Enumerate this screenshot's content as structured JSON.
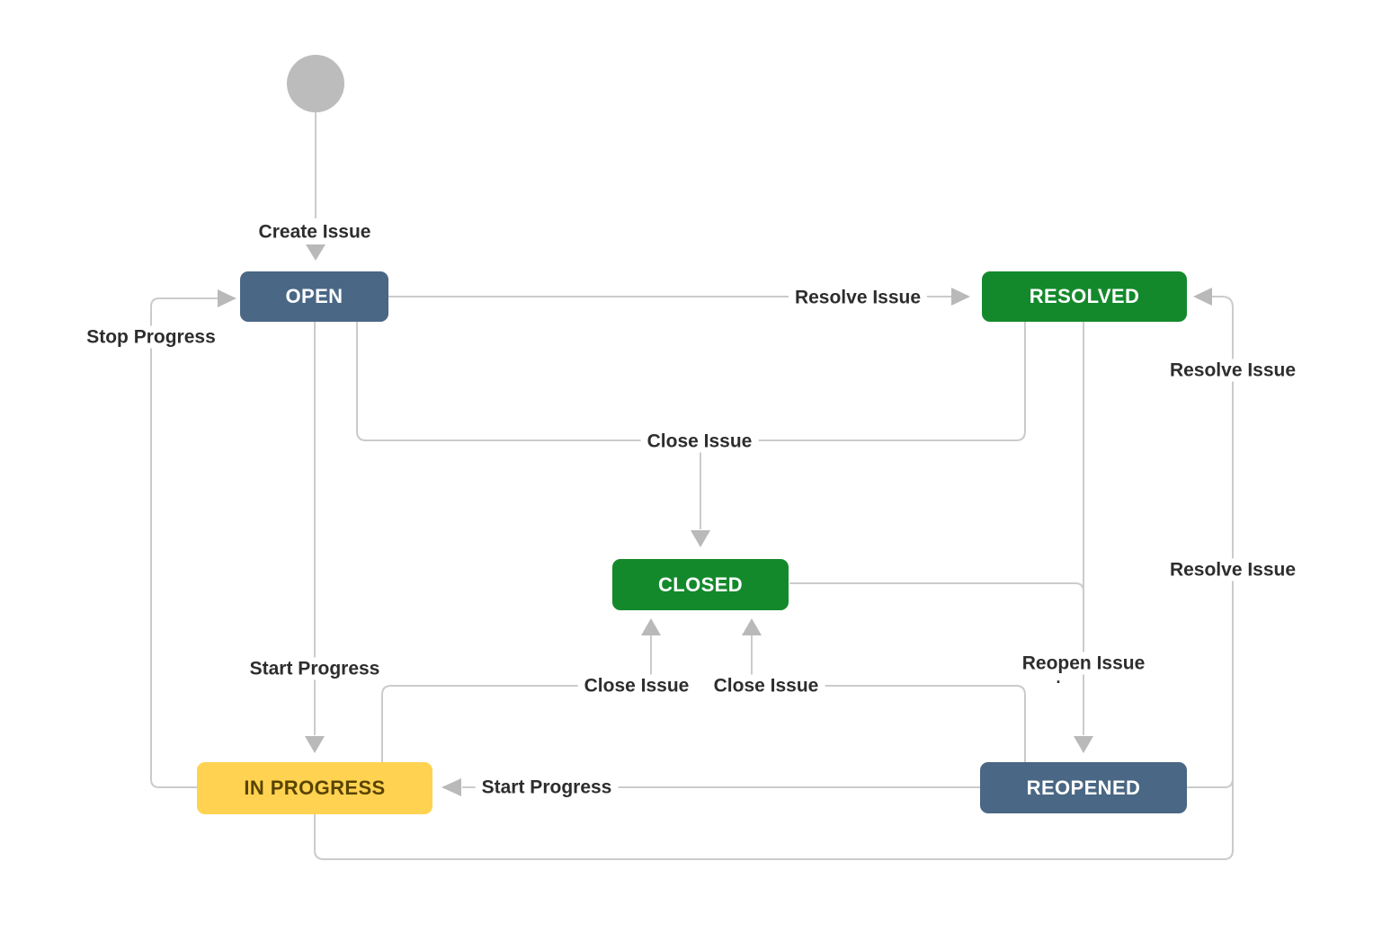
{
  "edge_style": {
    "line_color": "#cbcbcb",
    "arrow_color": "#b9b9b9",
    "label_color": "#2d2d2d"
  },
  "start_node": {
    "color": "#bcbcbc"
  },
  "nodes": {
    "open": {
      "label": "OPEN",
      "color": "#4a6785",
      "text_color": "#ffffff"
    },
    "resolved": {
      "label": "RESOLVED",
      "color": "#14892c",
      "text_color": "#ffffff"
    },
    "closed": {
      "label": "CLOSED",
      "color": "#14892c",
      "text_color": "#ffffff"
    },
    "in_progress": {
      "label": "IN PROGRESS",
      "color": "#ffd351",
      "text_color": "#594300"
    },
    "reopened": {
      "label": "REOPENED",
      "color": "#4a6785",
      "text_color": "#ffffff"
    }
  },
  "transitions": {
    "create_issue": {
      "label": "Create Issue"
    },
    "resolve_issue_open": {
      "label": "Resolve Issue"
    },
    "stop_progress": {
      "label": "Stop Progress"
    },
    "close_issue_main": {
      "label": "Close Issue"
    },
    "resolve_issue_right_upper": {
      "label": "Resolve Issue"
    },
    "resolve_issue_right_lower": {
      "label": "Resolve Issue"
    },
    "start_progress_open": {
      "label": "Start Progress"
    },
    "close_issue_in_progress": {
      "label": "Close Issue"
    },
    "close_issue_reopened": {
      "label": "Close Issue"
    },
    "reopen_issue": {
      "label": "Reopen Issue",
      "stray_dot": "."
    },
    "start_progress_reopened": {
      "label": "Start Progress"
    }
  }
}
